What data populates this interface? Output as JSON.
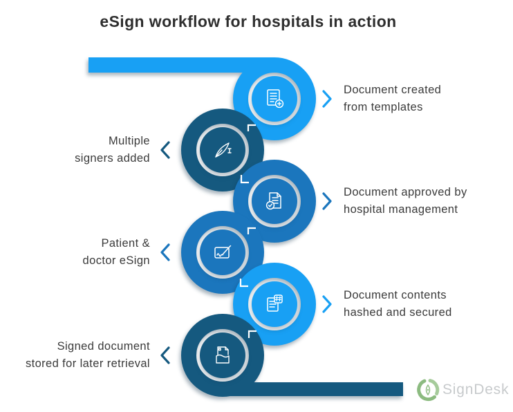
{
  "title": "eSign workflow for hospitals in action",
  "steps": [
    {
      "id": 1,
      "side": "right",
      "line1": "Document created",
      "line2": "from templates",
      "label": "Document created from templates",
      "icon": "document-add-icon",
      "color": "#18A0F4"
    },
    {
      "id": 2,
      "side": "left",
      "line1": "Multiple",
      "line2": "signers added",
      "label": "Multiple signers added",
      "icon": "signature-quill-icon",
      "color": "#15597F"
    },
    {
      "id": 3,
      "side": "right",
      "line1": "Document approved by",
      "line2": "hospital management",
      "label": "Document approved by hospital management",
      "icon": "document-approved-icon",
      "color": "#1B76BD"
    },
    {
      "id": 4,
      "side": "left",
      "line1": "Patient &",
      "line2": "doctor eSign",
      "label": "Patient & doctor eSign",
      "icon": "esign-pad-icon",
      "color": "#1B76BD"
    },
    {
      "id": 5,
      "side": "right",
      "line1": "Document contents",
      "line2": "hashed and secured",
      "label": "Document contents hashed and secured",
      "icon": "document-hash-icon",
      "color": "#18A0F4"
    },
    {
      "id": 6,
      "side": "left",
      "line1": "Signed document",
      "line2": "stored for later retrieval",
      "label": "Signed document stored for later retrieval",
      "icon": "archive-document-icon",
      "color": "#15597F"
    }
  ],
  "colors": {
    "light_blue": "#18A0F4",
    "medium_blue": "#1B76BD",
    "dark_navy": "#15597F",
    "title_text": "#2E2E2E",
    "label_text": "#3A3A3A",
    "background": "#FFFFFF",
    "logo_green_light": "#A6CB9B",
    "logo_green": "#8CBB80",
    "logo_text_gray": "#C7CACC",
    "icon_stroke": "#FFFFFF"
  },
  "logo": {
    "text": "SignDesk",
    "mark": "signdesk-nib-mark"
  }
}
